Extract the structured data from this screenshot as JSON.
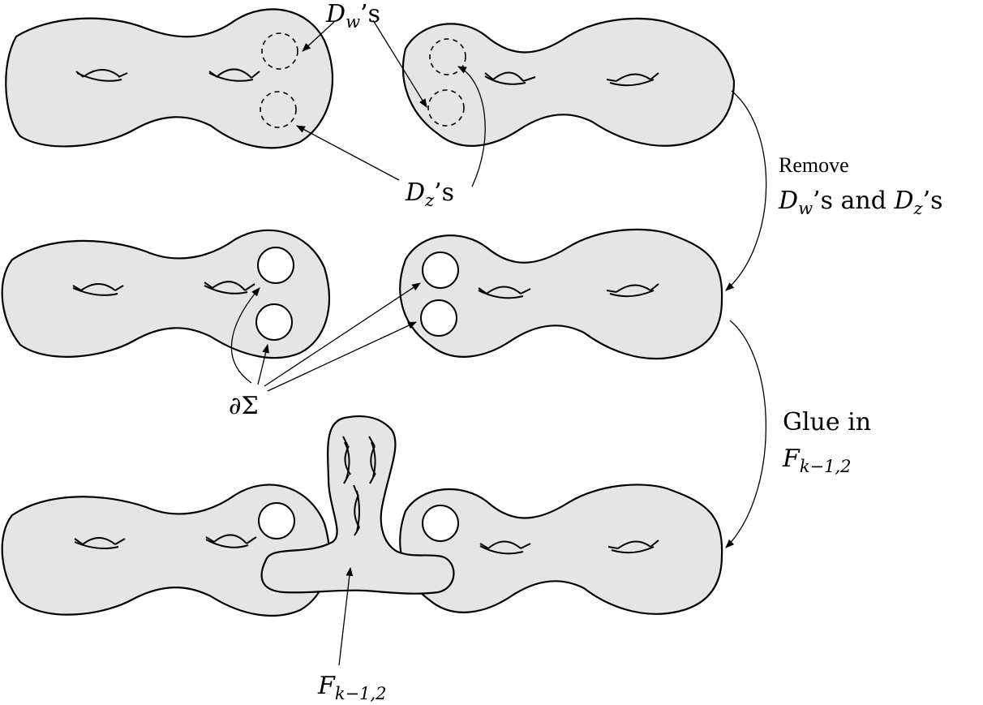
{
  "labels": {
    "d_w": {
      "main": "D",
      "sub": "w",
      "suffix": "’s"
    },
    "d_z": {
      "main": "D",
      "sub": "z",
      "suffix": "’s"
    },
    "boundary": "∂Σ",
    "f_bottom": {
      "main": "F",
      "sub": "k−1,2"
    }
  },
  "steps": {
    "remove": {
      "word": "Remove",
      "line2": {
        "a": "D",
        "a_sub": "w",
        "mid": "’s and ",
        "b": "D",
        "b_sub": "z",
        "end": "’s"
      }
    },
    "glue": {
      "line1": "Glue in",
      "line2": {
        "main": "F",
        "sub": "k−1,2"
      }
    }
  }
}
